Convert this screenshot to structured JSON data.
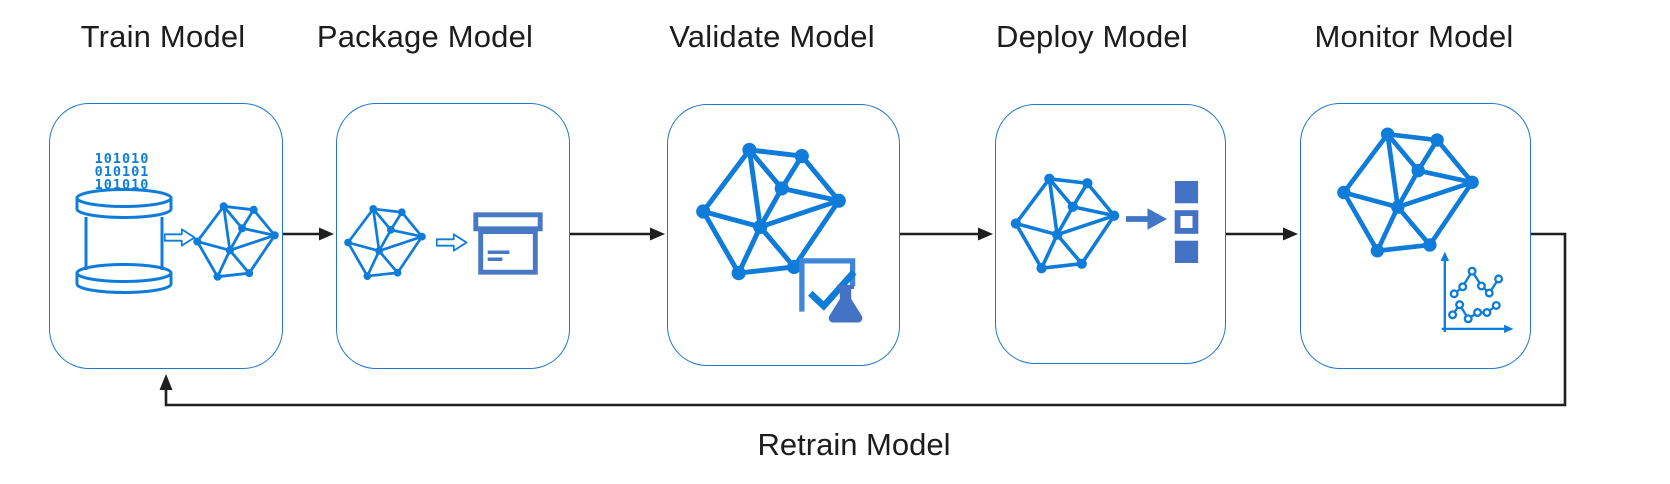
{
  "diagram": {
    "stages": [
      {
        "id": "train",
        "label": "Train Model",
        "icons": [
          "database-icon",
          "binary-data-text",
          "hollow-arrow-icon",
          "model-network-icon"
        ]
      },
      {
        "id": "package",
        "label": "Package Model",
        "icons": [
          "model-network-icon",
          "hollow-arrow-icon",
          "package-box-icon"
        ]
      },
      {
        "id": "validate",
        "label": "Validate Model",
        "icons": [
          "model-network-icon",
          "checkmark-icon",
          "flask-icon"
        ]
      },
      {
        "id": "deploy",
        "label": "Deploy Model",
        "icons": [
          "model-network-icon",
          "arrow-right-icon",
          "deploy-stack-icon"
        ]
      },
      {
        "id": "monitor",
        "label": "Monitor Model",
        "icons": [
          "model-network-icon",
          "line-chart-icon"
        ]
      }
    ],
    "binary_rows": [
      "101010",
      "010101",
      "101010"
    ],
    "retrain_label": "Retrain Model",
    "connections": [
      {
        "from": "Train Model",
        "to": "Package Model"
      },
      {
        "from": "Package Model",
        "to": "Validate Model"
      },
      {
        "from": "Validate Model",
        "to": "Deploy Model"
      },
      {
        "from": "Deploy Model",
        "to": "Monitor Model"
      },
      {
        "from": "Monitor Model",
        "to": "Train Model",
        "label": "Retrain Model"
      }
    ],
    "colors": {
      "azure_icon_blue": "#0e7cd8",
      "muted_icon_blue": "#4472c4",
      "box_border_blue": "#2277cc",
      "connector_black": "#1f1f1f",
      "text_color": "#1c1c1c",
      "background": "#ffffff"
    }
  }
}
